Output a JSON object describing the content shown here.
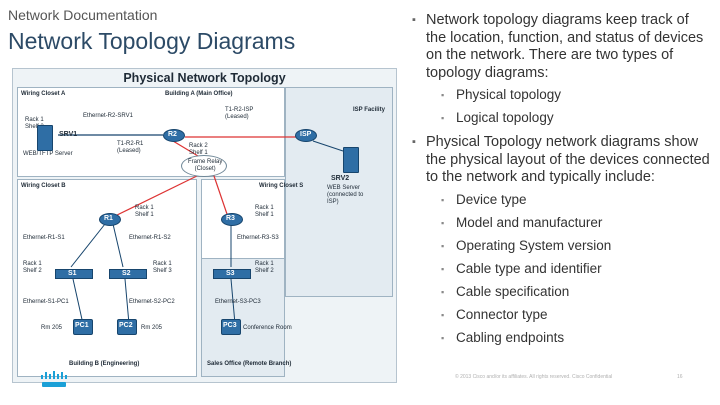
{
  "header": {
    "section": "Network Documentation",
    "title": "Network Topology Diagrams"
  },
  "diagram": {
    "title": "Physical Network Topology",
    "labels": {
      "closet_a": "Wiring Closet A",
      "building_a": "Building A (Main Office)",
      "isp_facility": "ISP Facility",
      "closet_b": "Wiring Closet B",
      "closet_s": "Wiring Closet S",
      "rack1_shelf2_srv": "Rack 1\nShelf 2",
      "srv1_desc": "WEB/TFTP Server",
      "link_r2_srv1": "Ethernet-R2-SRV1",
      "link_t1_isp": "T1-R2-ISP\n(Leased)",
      "link_t1_r1": "T1-R2-R1\n(Leased)",
      "rack2_shelf1_r2": "Rack 2\nShelf 1",
      "frame_relay": "Frame Relay\n(Closet)",
      "srv2_desc": "WEB Server\n(connected to\nISP)",
      "rack1_shelf1_r1": "Rack 1\nShelf 1",
      "rack1_shelf1_r3": "Rack 1\nShelf 1",
      "link_r1_s1": "Ethernet-R1-S1",
      "link_r1_s2": "Ethernet-R1-S2",
      "link_r3_s3": "Ethernet-R3-S3",
      "rack1_shelf2_s1": "Rack 1\nShelf 2",
      "rack1_shelf3_s2": "Rack 1\nShelf 3",
      "rack1_shelf2_s3": "Rack 1\nShelf 2",
      "link_s1_pc1": "Ethernet-S1-PC1",
      "link_s2_pc2": "Ethernet-S2-PC2",
      "link_s3_pc3": "Ethernet-S3-PC3",
      "room_pc1": "Rm 205",
      "room_pc2": "Rm 205",
      "room_pc3": "Conference Room",
      "building_b": "Building B (Engineering)",
      "sales_office": "Sales Office (Remote Branch)"
    },
    "devices": {
      "srv1": "SRV1",
      "r2": "R2",
      "isp": "ISP",
      "srv2": "SRV2",
      "r1": "R1",
      "r3": "R3",
      "s1": "S1",
      "s2": "S2",
      "s3": "S3",
      "pc1": "PC1",
      "pc2": "PC2",
      "pc3": "PC3"
    }
  },
  "bullets": [
    {
      "text": "Network topology diagrams keep track of the location, function, and status of devices on the network.  There are two types of topology diagrams:",
      "sub": [
        "Physical topology",
        "Logical topology"
      ]
    },
    {
      "text": "Physical Topology network diagrams show the physical layout of the devices connected to the network and typically include:",
      "sub": [
        "Device type",
        "Model and manufacturer",
        "Operating System version",
        "Cable type and identifier",
        "Cable specification",
        "Connector type",
        "Cabling endpoints"
      ]
    }
  ],
  "footer": {
    "copyright": "© 2013 Cisco and/or its affiliates. All rights reserved.   Cisco Confidential",
    "page": "16"
  },
  "colors": {
    "title": "#2c4a66",
    "device": "#2f6ea5",
    "logo": "#1ba0d7"
  }
}
